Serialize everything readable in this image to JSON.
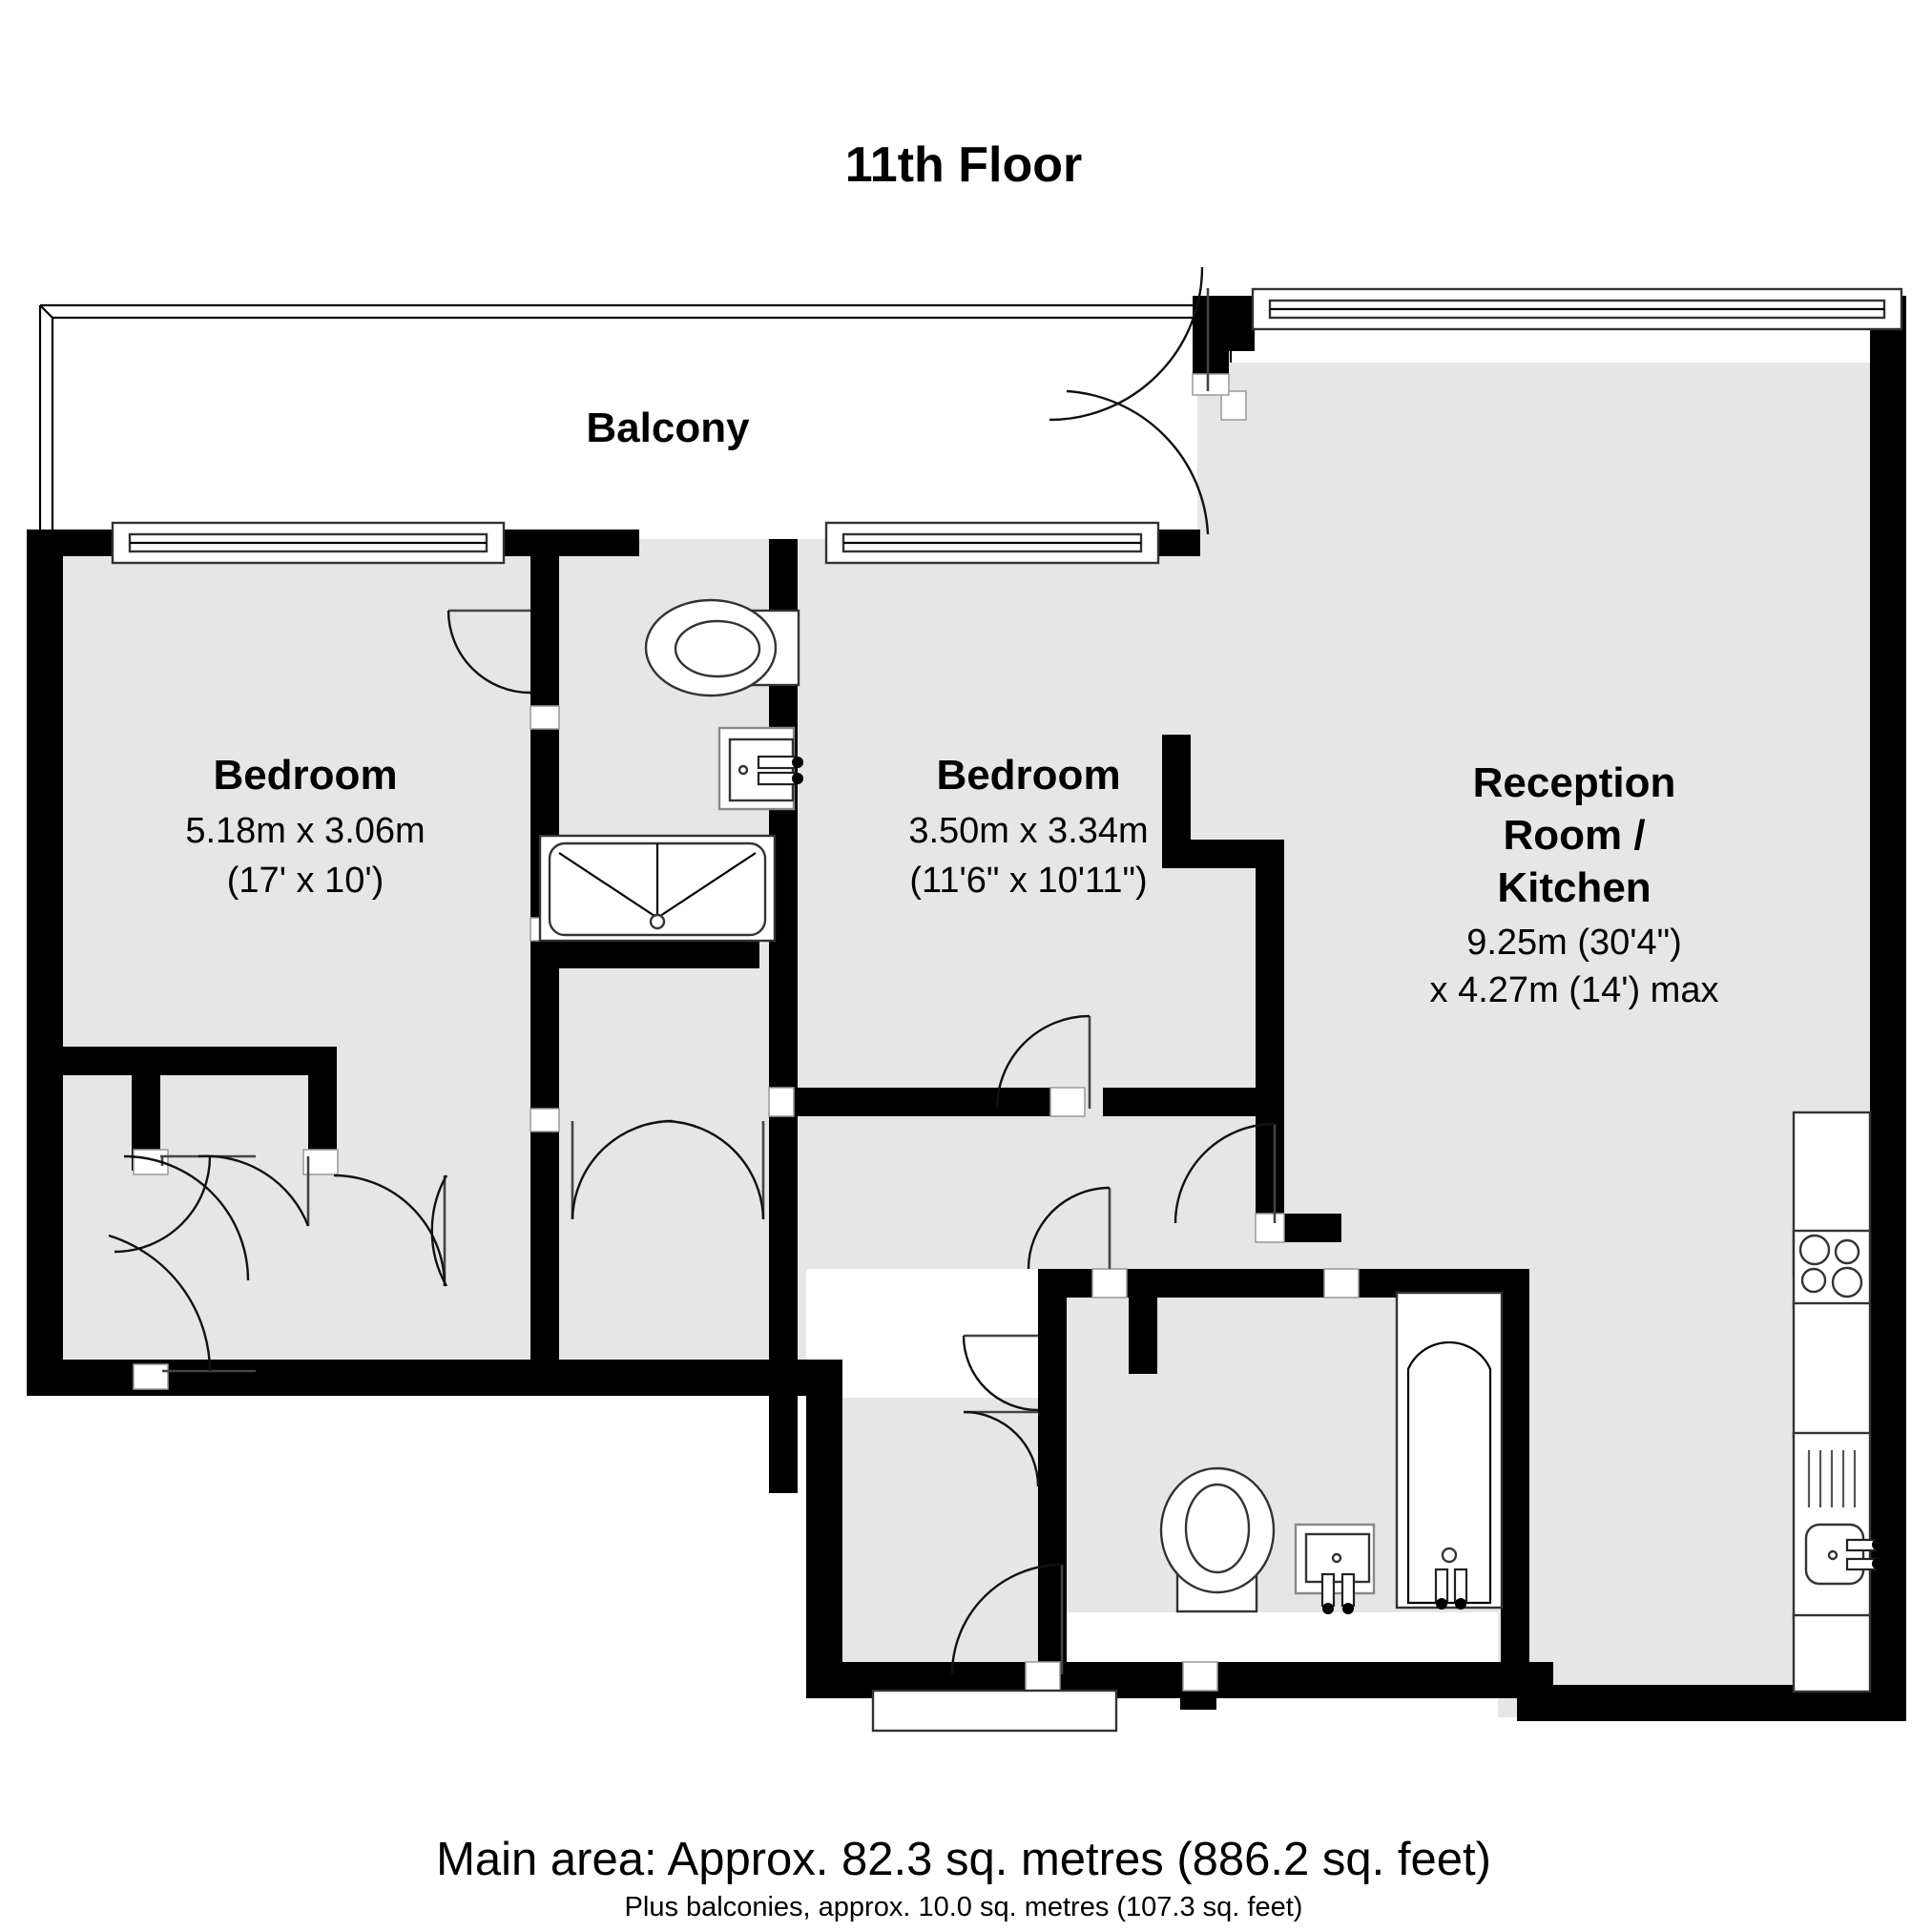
{
  "title": "11th Floor",
  "rooms": [
    {
      "id": "balcony",
      "name": "Balcony",
      "dim_metric": "",
      "dim_imperial": ""
    },
    {
      "id": "bedroom-1",
      "name": "Bedroom",
      "dim_metric": "5.18m x 3.06m",
      "dim_imperial": "(17' x 10')"
    },
    {
      "id": "bedroom-2",
      "name": "Bedroom",
      "dim_metric": "3.50m x 3.34m",
      "dim_imperial": "(11'6\" x 10'11\")"
    },
    {
      "id": "reception-kitchen",
      "name_line1": "Reception",
      "name_line2": "Room /",
      "name_line3": "Kitchen",
      "dim_metric": "9.25m (30'4\")",
      "dim_imperial": "x 4.27m (14') max"
    }
  ],
  "footer": {
    "main_area": "Main area: Approx. 82.3 sq. metres (886.2 sq. feet)",
    "balcony_area": "Plus balconies, approx. 10.0 sq. metres (107.3 sq. feet)"
  },
  "colors": {
    "wall": "#000000",
    "floor": "#e6e6e6",
    "background": "#ffffff",
    "fixture_stroke": "#333333"
  },
  "fixtures": [
    {
      "id": "ensuite-toilet",
      "label": "toilet"
    },
    {
      "id": "ensuite-basin",
      "label": "wash basin"
    },
    {
      "id": "ensuite-shower",
      "label": "shower tray"
    },
    {
      "id": "bathroom-toilet",
      "label": "toilet"
    },
    {
      "id": "bathroom-basin",
      "label": "wash basin"
    },
    {
      "id": "bathroom-bath",
      "label": "bath"
    },
    {
      "id": "kitchen-hob",
      "label": "hob"
    },
    {
      "id": "kitchen-sink",
      "label": "sink and drainer"
    },
    {
      "id": "kitchen-worktop",
      "label": "worktop"
    }
  ]
}
